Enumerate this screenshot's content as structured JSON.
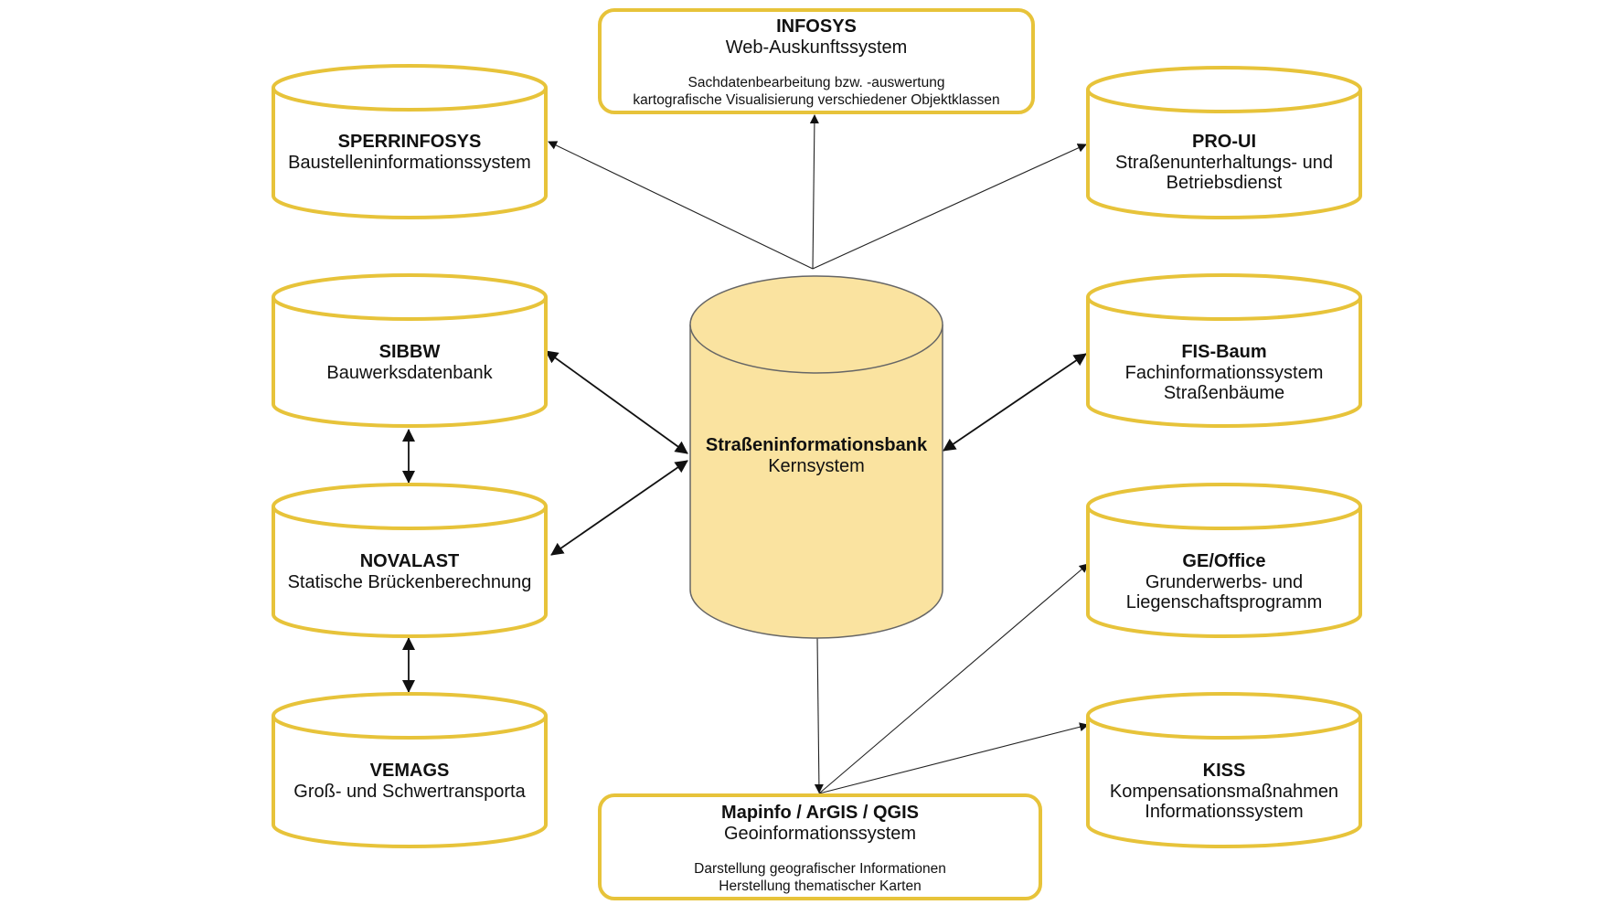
{
  "core": {
    "title": "Straßeninformationsbank",
    "subtitle": "Kernsystem"
  },
  "infosys": {
    "title": "INFOSYS",
    "subtitle": "Web-Auskunftssystem",
    "note1": "Sachdatenbearbeitung bzw. -auswertung",
    "note2": "kartografische Visualisierung verschiedener Objektklassen"
  },
  "sperrinfosys": {
    "title": "SPERRINFOSYS",
    "subtitle": "Baustelleninformationssystem"
  },
  "proui": {
    "title": "PRO-UI",
    "line1": "Straßenunterhaltungs- und",
    "line2": "Betriebsdienst"
  },
  "sibbw": {
    "title": "SIBBW",
    "subtitle": "Bauwerksdatenbank"
  },
  "fisbaum": {
    "title": "FIS-Baum",
    "line1": "Fachinformationssystem",
    "line2": "Straßenbäume"
  },
  "novalast": {
    "title": "NOVALAST",
    "subtitle": "Statische Brückenberechnung"
  },
  "geoffice": {
    "title": "GE/Office",
    "line1": "Grunderwerbs- und",
    "line2": "Liegenschaftsprogramm"
  },
  "vemags": {
    "title": "VEMAGS",
    "subtitle": "Groß- und Schwertransporta"
  },
  "kiss": {
    "title": "KISS",
    "line1": "Kompensationsmaßnahmen",
    "line2": "Informationssystem"
  },
  "gis": {
    "title": "Mapinfo / ArGIS / QGIS",
    "subtitle": "Geoinformationssystem",
    "note1": "Darstellung geografischer Informationen",
    "note2": "Herstellung thematischer Karten"
  },
  "colors": {
    "border": "#e7c33a",
    "core_fill": "#fae3a0"
  }
}
